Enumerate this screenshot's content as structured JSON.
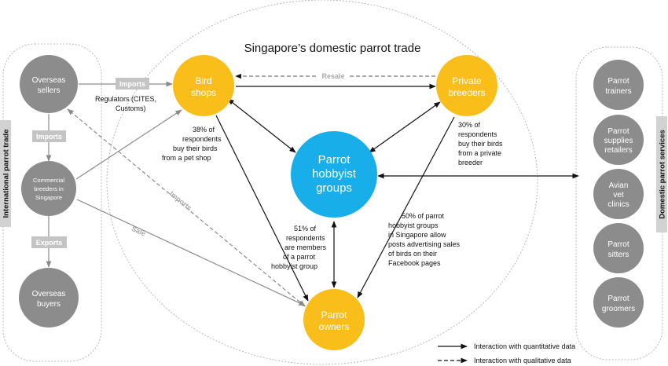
{
  "title": "Singapore’s domestic parrot trade",
  "left_panel": {
    "title": "International parrot trade",
    "nodes": {
      "sellers": [
        "Overseas",
        "sellers"
      ],
      "breeders": [
        "Commercial",
        "breeders in",
        "Singapore"
      ],
      "buyers": [
        "Overseas",
        "buyers"
      ]
    },
    "imports_label": "Imports",
    "exports_label": "Exports"
  },
  "right_panel": {
    "title": "Domestic parrot services",
    "services": [
      [
        "Parrot",
        "trainers"
      ],
      [
        "Parrot",
        "supplies",
        "retailers"
      ],
      [
        "Avian",
        "vet",
        "clinics"
      ],
      [
        "Parrot",
        "sitters"
      ],
      [
        "Parrot",
        "groomers"
      ]
    ]
  },
  "nodes": {
    "bird_shops": [
      "Bird",
      "shops"
    ],
    "private_breeders": [
      "Private",
      "breeders"
    ],
    "hobbyist": [
      "Parrot",
      "hobbyist",
      "groups"
    ],
    "owners": [
      "Parrot",
      "owners"
    ]
  },
  "edge_labels": {
    "imports_top": "Imports",
    "resale": "Resale",
    "imports_diag": "Imports",
    "sale": "Sale"
  },
  "annotations": {
    "regulators": [
      "Regulators (CITES,",
      "Customs)"
    ],
    "pet_shop": [
      "38% of",
      "respondents",
      "buy their birds",
      "from a pet shop"
    ],
    "private_breeder": [
      "30% of",
      "respondents",
      "buy their birds",
      "from a private",
      "breeder"
    ],
    "members": [
      "51% of",
      "respondents",
      "are members",
      "of a parrot",
      "hobbyist group"
    ],
    "facebook": [
      "50% of parrot",
      "hobbyist groups",
      "in Singapore allow",
      "posts advertising sales",
      "of birds on their",
      "Facebook pages"
    ]
  },
  "legend": {
    "solid": "Interaction with quantitative data",
    "dashed": "Interaction with qualitative data"
  },
  "colors": {
    "yellow": "#f9be19",
    "blue": "#17aee9",
    "grey_node": "#8c8c8c",
    "label_box": "#c4c4c4",
    "side_title_bg": "#d2d2d2"
  }
}
